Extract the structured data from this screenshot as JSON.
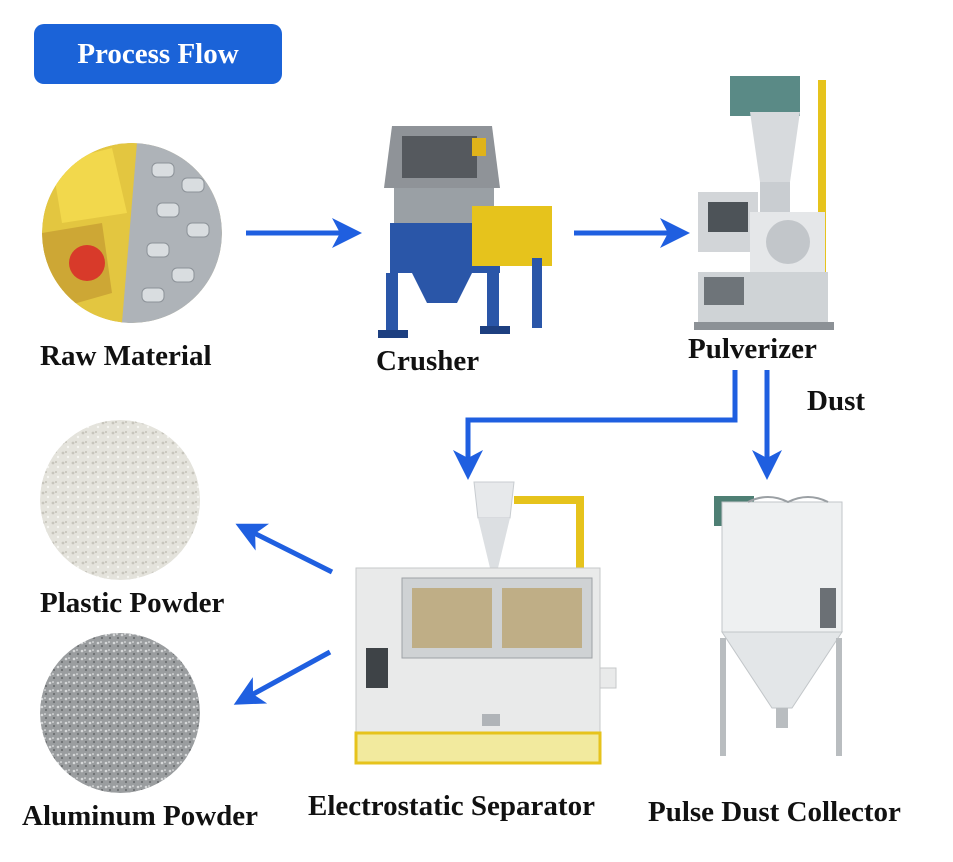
{
  "header": {
    "title": "Process Flow"
  },
  "stages": {
    "raw_material": "Raw Material",
    "crusher": "Crusher",
    "pulverizer": "Pulverizer",
    "dust": "Dust",
    "plastic_powder": "Plastic Powder",
    "aluminum_powder": "Aluminum Powder",
    "electrostatic_separator": "Electrostatic Separator",
    "pulse_dust_collector": "Pulse Dust Collector"
  },
  "colors": {
    "accent": "#1b63d8",
    "arrow": "#1f5fe0",
    "machine_blue": "#2a56a8",
    "machine_yellow": "#e6c31c"
  }
}
